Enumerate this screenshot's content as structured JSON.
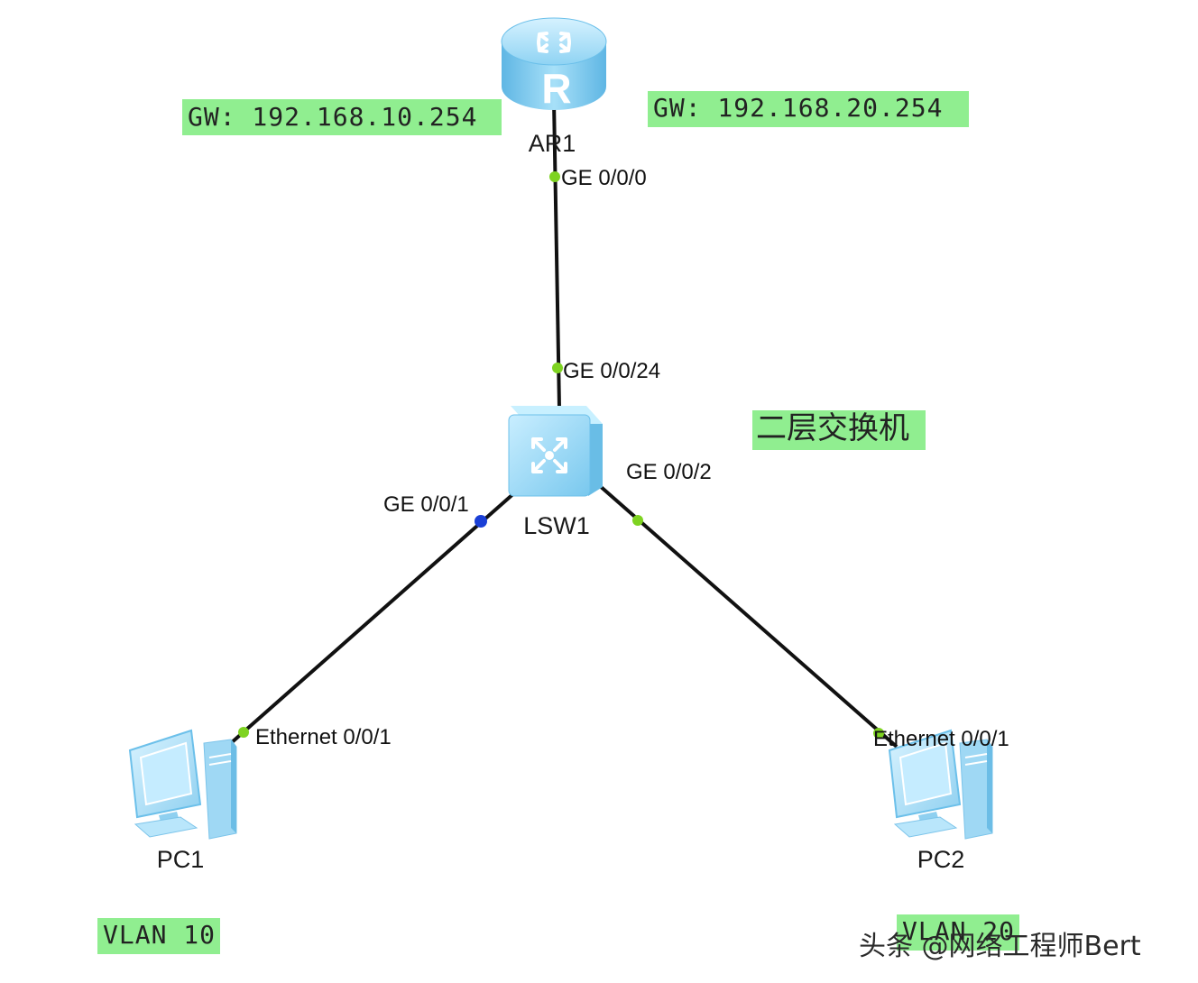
{
  "devices": {
    "router": {
      "name": "AR1",
      "glyph": "R"
    },
    "switch": {
      "name": "LSW1"
    },
    "pc1": {
      "name": "PC1"
    },
    "pc2": {
      "name": "PC2"
    }
  },
  "ports": {
    "ar1_ge000": "GE 0/0/0",
    "lsw1_ge0024": "GE 0/0/24",
    "lsw1_ge001": "GE 0/0/1",
    "lsw1_ge002": "GE 0/0/2",
    "pc1_eth": "Ethernet 0/0/1",
    "pc2_eth": "Ethernet 0/0/1"
  },
  "notes": {
    "gw_left": "GW:  192.168.10.254",
    "gw_right": "GW:  192.168.20.254",
    "switch_type": "二层交换机",
    "vlan_left": "VLAN 10",
    "vlan_right": "VLAN 20"
  },
  "watermark": "头条 @网络工程师Bert",
  "colors": {
    "note_bg": "#90ee90",
    "port_up": "#7ed321",
    "port_selected": "#1a3fd6",
    "device_blue": "#7fcff0",
    "link": "#111111"
  }
}
